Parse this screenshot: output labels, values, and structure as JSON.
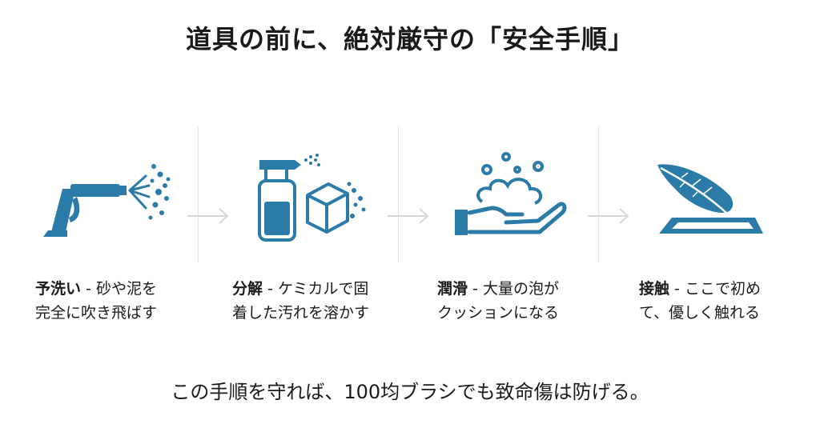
{
  "title": "道具の前に、絶対厳守の「安全手順」",
  "steps": [
    {
      "name": "予洗い",
      "separator": " - ",
      "desc1": "砂や泥を",
      "desc2": "完全に吹き飛ばす",
      "icon": "pressure-washer-icon"
    },
    {
      "name": "分解",
      "separator": " - ",
      "desc1": "ケミカルで固",
      "desc2": "着した汚れを溶かす",
      "icon": "spray-bottle-icon"
    },
    {
      "name": "潤滑",
      "separator": " - ",
      "desc1": "大量の泡が",
      "desc2": "クッションになる",
      "icon": "foam-hand-icon"
    },
    {
      "name": "接触",
      "separator": " - ",
      "desc1": "ここで初め",
      "desc2": "て、優しく触れる",
      "icon": "feather-icon"
    }
  ],
  "footer": "この手順を守れば、100均ブラシでも致命傷は防げる。",
  "colors": {
    "accent": "#2a7ba8",
    "divider": "#e6e6e6",
    "arrow": "#d4d8db"
  }
}
